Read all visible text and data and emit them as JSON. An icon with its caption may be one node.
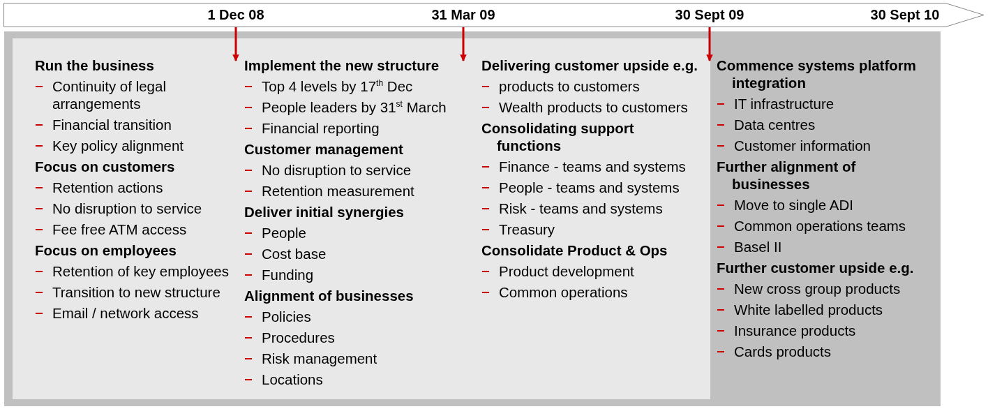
{
  "diagram": {
    "nodes": [
      {
        "text": [],
        "shape": "arrow"
      },
      {
        "text": [
          "1 Dec 08"
        ],
        "in": 0
      },
      {
        "text": [
          "31 Mar 09"
        ],
        "in": 0
      },
      {
        "text": [
          "30 Sept 09"
        ],
        "in": 0
      },
      {
        "text": [
          "30 Sept 10"
        ],
        "in": 0
      },
      {
        "text": [],
        "shape": "box"
      },
      {
        "text": [],
        "shape": "box",
        "in": 5
      },
      {
        "text": [
          "Run the business",
          "Continuity of legal arrangements",
          "Financial transition",
          "Key policy alignment"
        ],
        "in": 6
      },
      {
        "text": [
          "Focus on customers",
          "Retention actions",
          "No disruption to service",
          "Fee free ATM access"
        ],
        "in": 6
      },
      {
        "text": [
          "Focus on employees",
          "Retention of key employees",
          "Transition to new structure",
          "Email / network access"
        ],
        "in": 6
      },
      {
        "text": [
          "Implement the new structure",
          "Top 4 levels by 17$^{th}$ Dec",
          "People leaders by 31$^{st}$ March",
          "Financial reporting"
        ],
        "in": 6
      },
      {
        "text": [
          "Customer management",
          "No disruption to service",
          "Retention measurement"
        ],
        "in": 6
      },
      {
        "text": [
          "Deliver initial synergies",
          "People",
          "Cost base",
          "Funding"
        ],
        "in": 6
      },
      {
        "text": [
          "Alignment of businesses",
          "Policies",
          "Procedures",
          "Risk management",
          "Locations"
        ],
        "in": 6
      },
      {
        "text": [
          "Delivering customer upside e.g.",
          "products to customers",
          "Wealth products to customers"
        ],
        "in": 6
      },
      {
        "text": [
          "Consolidating support functions",
          "Finance - teams and systems",
          "People - teams and systems",
          "Risk - teams and systems",
          "Treasury"
        ],
        "in": 6
      },
      {
        "text": [
          "Consolidate Product & Ops",
          "Product development",
          "Common operations"
        ],
        "in": 6
      },
      {
        "text": [
          "Commence systems platform integration",
          "IT infrastructure",
          "Data centres",
          "Customer information"
        ],
        "in": 5
      },
      {
        "text": [
          "Further alignment of businesses",
          "Move to single ADI",
          "Common operations teams",
          "Basel II"
        ],
        "in": 5
      },
      {
        "text": [
          "Further customer upside e.g.",
          "New cross group products",
          "White labelled products",
          "Insurance products",
          "Cards products"
        ],
        "in": 5
      }
    ],
    "edges": [
      {
        "from": 1,
        "to": 10,
        "arrow": "to",
        "color": "#cc0000"
      },
      {
        "from": 2,
        "to": 14,
        "arrow": "to",
        "color": "#cc0000"
      },
      {
        "from": 3,
        "to": 17,
        "arrow": "to",
        "color": "#cc0000"
      }
    ]
  }
}
